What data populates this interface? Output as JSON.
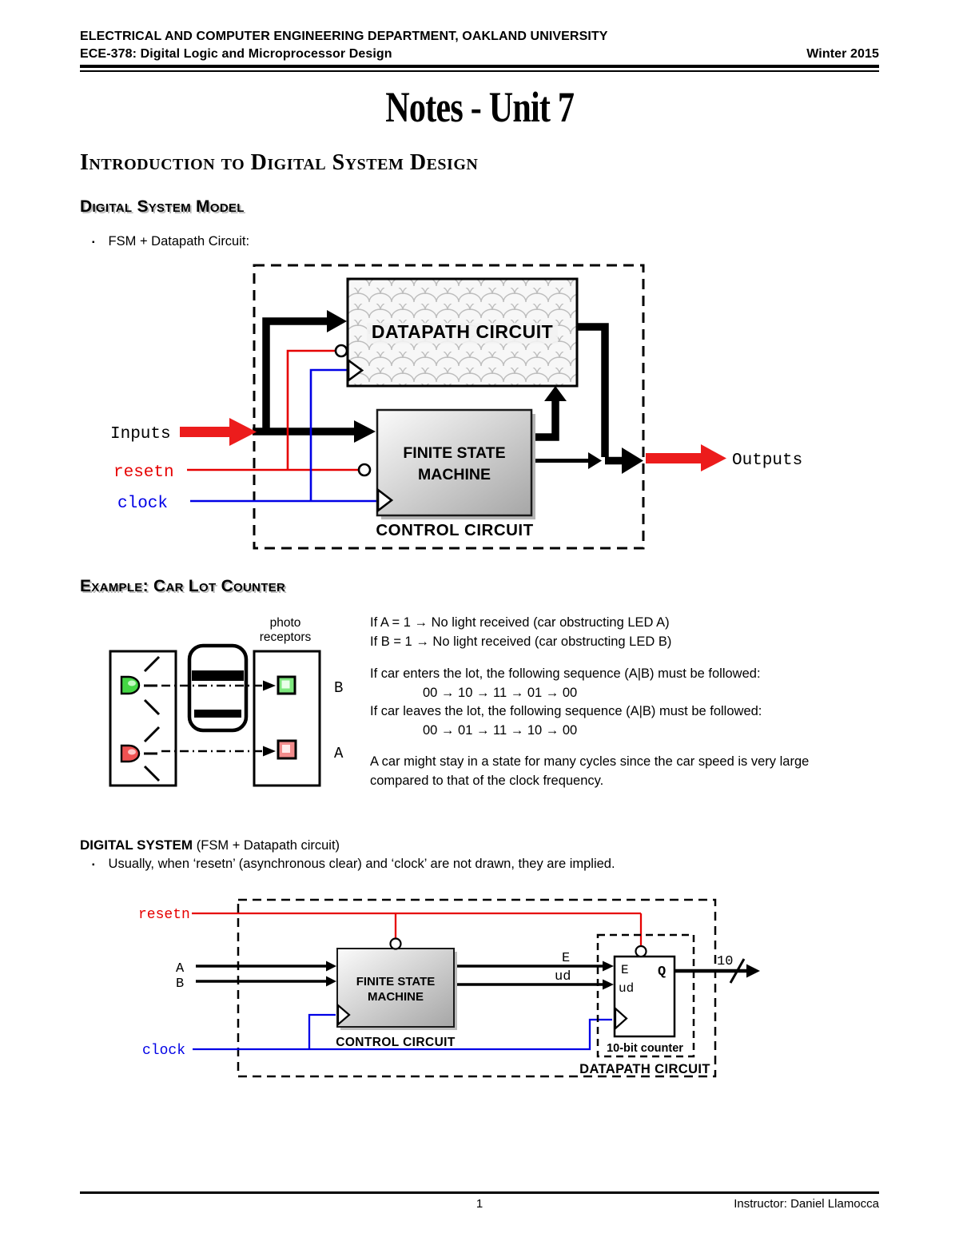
{
  "header": {
    "line1": "ELECTRICAL AND COMPUTER ENGINEERING DEPARTMENT, OAKLAND UNIVERSITY",
    "line2": "ECE-378: Digital Logic and Microprocessor Design",
    "term": "Winter 2015"
  },
  "title": "Notes - Unit 7",
  "sections": {
    "intro": "Introduction to Digital System Design",
    "model": "Digital System Model",
    "example": "Example: Car Lot Counter"
  },
  "bullet_char": "▪",
  "bullets": {
    "fsm_datapath": "FSM + Datapath Circuit:",
    "implied": "Usually, when ‘resetn’ (asynchronous clear) and ‘clock’ are not drawn, they are implied."
  },
  "d1": {
    "datapath": "DATAPATH CIRCUIT",
    "fsm_line1": "FINITE STATE",
    "fsm_line2": "MACHINE",
    "control": "CONTROL CIRCUIT",
    "inputs": "Inputs",
    "outputs": "Outputs",
    "resetn": "resetn",
    "clock": "clock"
  },
  "car": {
    "photo_line1": "photo",
    "photo_line2": "receptors",
    "label_b": "B",
    "label_a": "A"
  },
  "notes": {
    "line_a": "If A = 1 → No light received (car obstructing LED A)",
    "line_b": "If B = 1 → No light received (car obstructing LED B)",
    "enters": "If car enters the lot, the following sequence (A|B) must be followed:",
    "seq_enter": "00 → 10 → 11 → 01 → 00",
    "leaves": "If car leaves the lot, the following sequence (A|B) must be followed:",
    "seq_leave": "00 → 01 → 11 → 10 → 00",
    "stay1": "A car might stay in a state for many cycles since the car speed is very large",
    "stay2": "compared to that of the clock frequency."
  },
  "digital": {
    "heading_bold": "DIGITAL SYSTEM",
    "heading_rest": "(FSM +  Datapath circuit)"
  },
  "d3": {
    "resetn": "resetn",
    "clock": "clock",
    "in_a": "A",
    "in_b": "B",
    "sig_e": "E",
    "sig_ud": "ud",
    "port_e": "E",
    "port_ud": "ud",
    "port_q": "Q",
    "fsm_line1": "FINITE STATE",
    "fsm_line2": "MACHINE",
    "control": "CONTROL CIRCUIT",
    "counter": "10-bit counter",
    "datapath": "DATAPATH CIRCUIT",
    "bus_width": "10"
  },
  "footer": {
    "page": "1",
    "instructor": "Instructor: Daniel Llamocca"
  },
  "colors": {
    "wire_red": "#e60000",
    "wire_blue": "#0000e6",
    "arrow_red": "#ec1c1c",
    "led_green": "#44d744",
    "led_red": "#ef5252",
    "receptor_green": "#7fe87f",
    "receptor_red": "#f28c8c"
  }
}
